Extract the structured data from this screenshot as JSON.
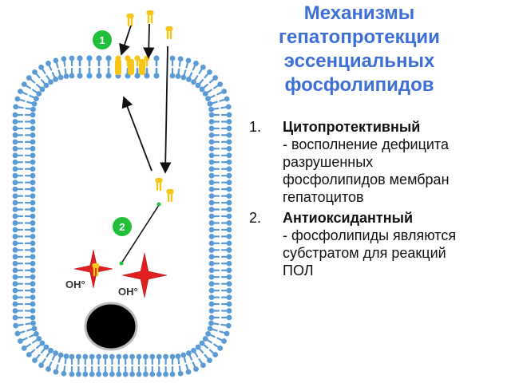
{
  "title_lines": [
    "Механизмы",
    "гепатопротекции",
    "эссенциальных",
    "фосфолипидов"
  ],
  "list": [
    {
      "number": "1.",
      "heading": "Цитопротективный",
      "description": "- восполнение дефицита\nразрушенных\nфосфолипидов мембран\nгепатоцитов"
    },
    {
      "number": "2.",
      "heading": "Антиоксидантный",
      "description": "- фосфолипиды являются\nсубстратом для реакций\nПОЛ"
    }
  ],
  "badges": [
    "1",
    "2"
  ],
  "radical_labels": [
    "OH°",
    "OH°"
  ],
  "colors": {
    "title": "#3d6fd6",
    "membrane_head": "#5b9bd5",
    "phospholipid": "#f5c518",
    "badge": "#22c03a",
    "radical": "#e02020",
    "nucleus": "#000000"
  }
}
